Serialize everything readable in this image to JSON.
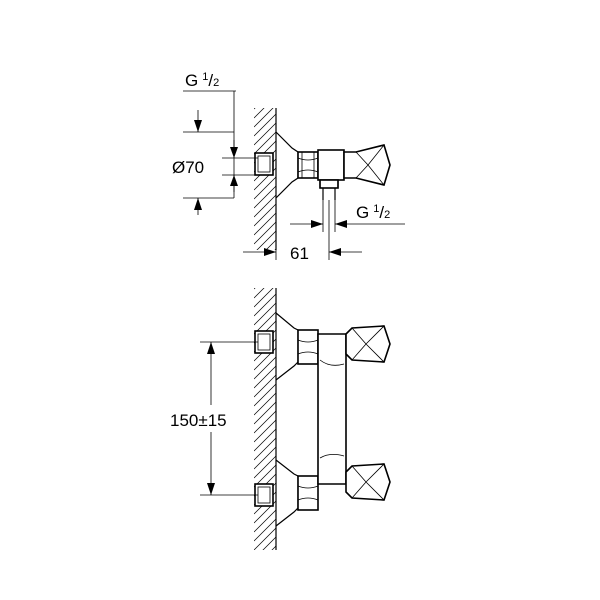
{
  "labels": {
    "inlet_thread": {
      "prefix": "G",
      "numerator": "1",
      "slash": "/",
      "denominator": "2"
    },
    "outlet_thread": {
      "prefix": "G",
      "numerator": "1",
      "slash": "/",
      "denominator": "2"
    },
    "rosette_diameter": "Ø70",
    "projection": "61",
    "center_distance": "150±15"
  }
}
